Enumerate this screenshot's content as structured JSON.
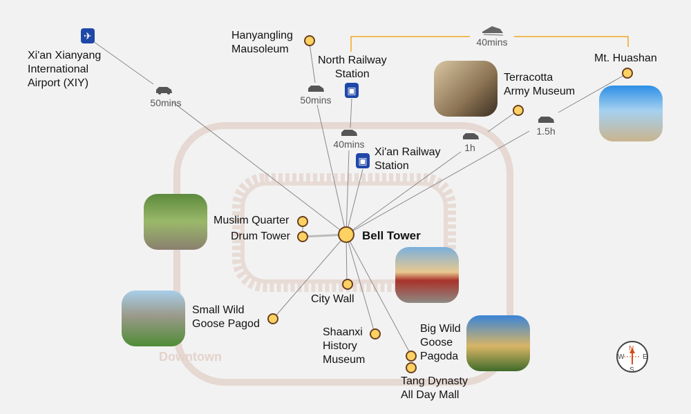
{
  "places": {
    "airport": "Xi'an Xianyang\nInternational\nAirport (XIY)",
    "hanyangling": "Hanyangling\nMausoleum",
    "north_railway": "North Railway\nStation",
    "xian_railway": "Xi'an Railway\nStation",
    "terracotta": "Terracotta\nArmy Museum",
    "huashan": "Mt. Huashan",
    "muslim": "Muslim Quarter",
    "drum": "Drum Tower",
    "bell": "Bell Tower",
    "city_wall": "City Wall",
    "small_goose": "Small Wild\nGoose Pagod",
    "shaanxi": "Shaanxi\nHistory\nMuseum",
    "big_goose": "Big Wild\nGoose\nPagoda",
    "tang": "Tang Dynasty\nAll Day Mall",
    "downtown": "Downtown"
  },
  "travel": {
    "airport": "50mins",
    "hanyangling": "50mins",
    "north_railway": "40mins",
    "terracotta": "1h",
    "huashan": "1.5h",
    "train_huashan": "40mins"
  },
  "compass": {
    "n": "N",
    "s": "S",
    "e": "E",
    "w": "W"
  },
  "colors": {
    "dot": "#fdd262",
    "route": "#f0a820",
    "district": "#e6d8d2",
    "transport_icon": "#1e47a8"
  }
}
